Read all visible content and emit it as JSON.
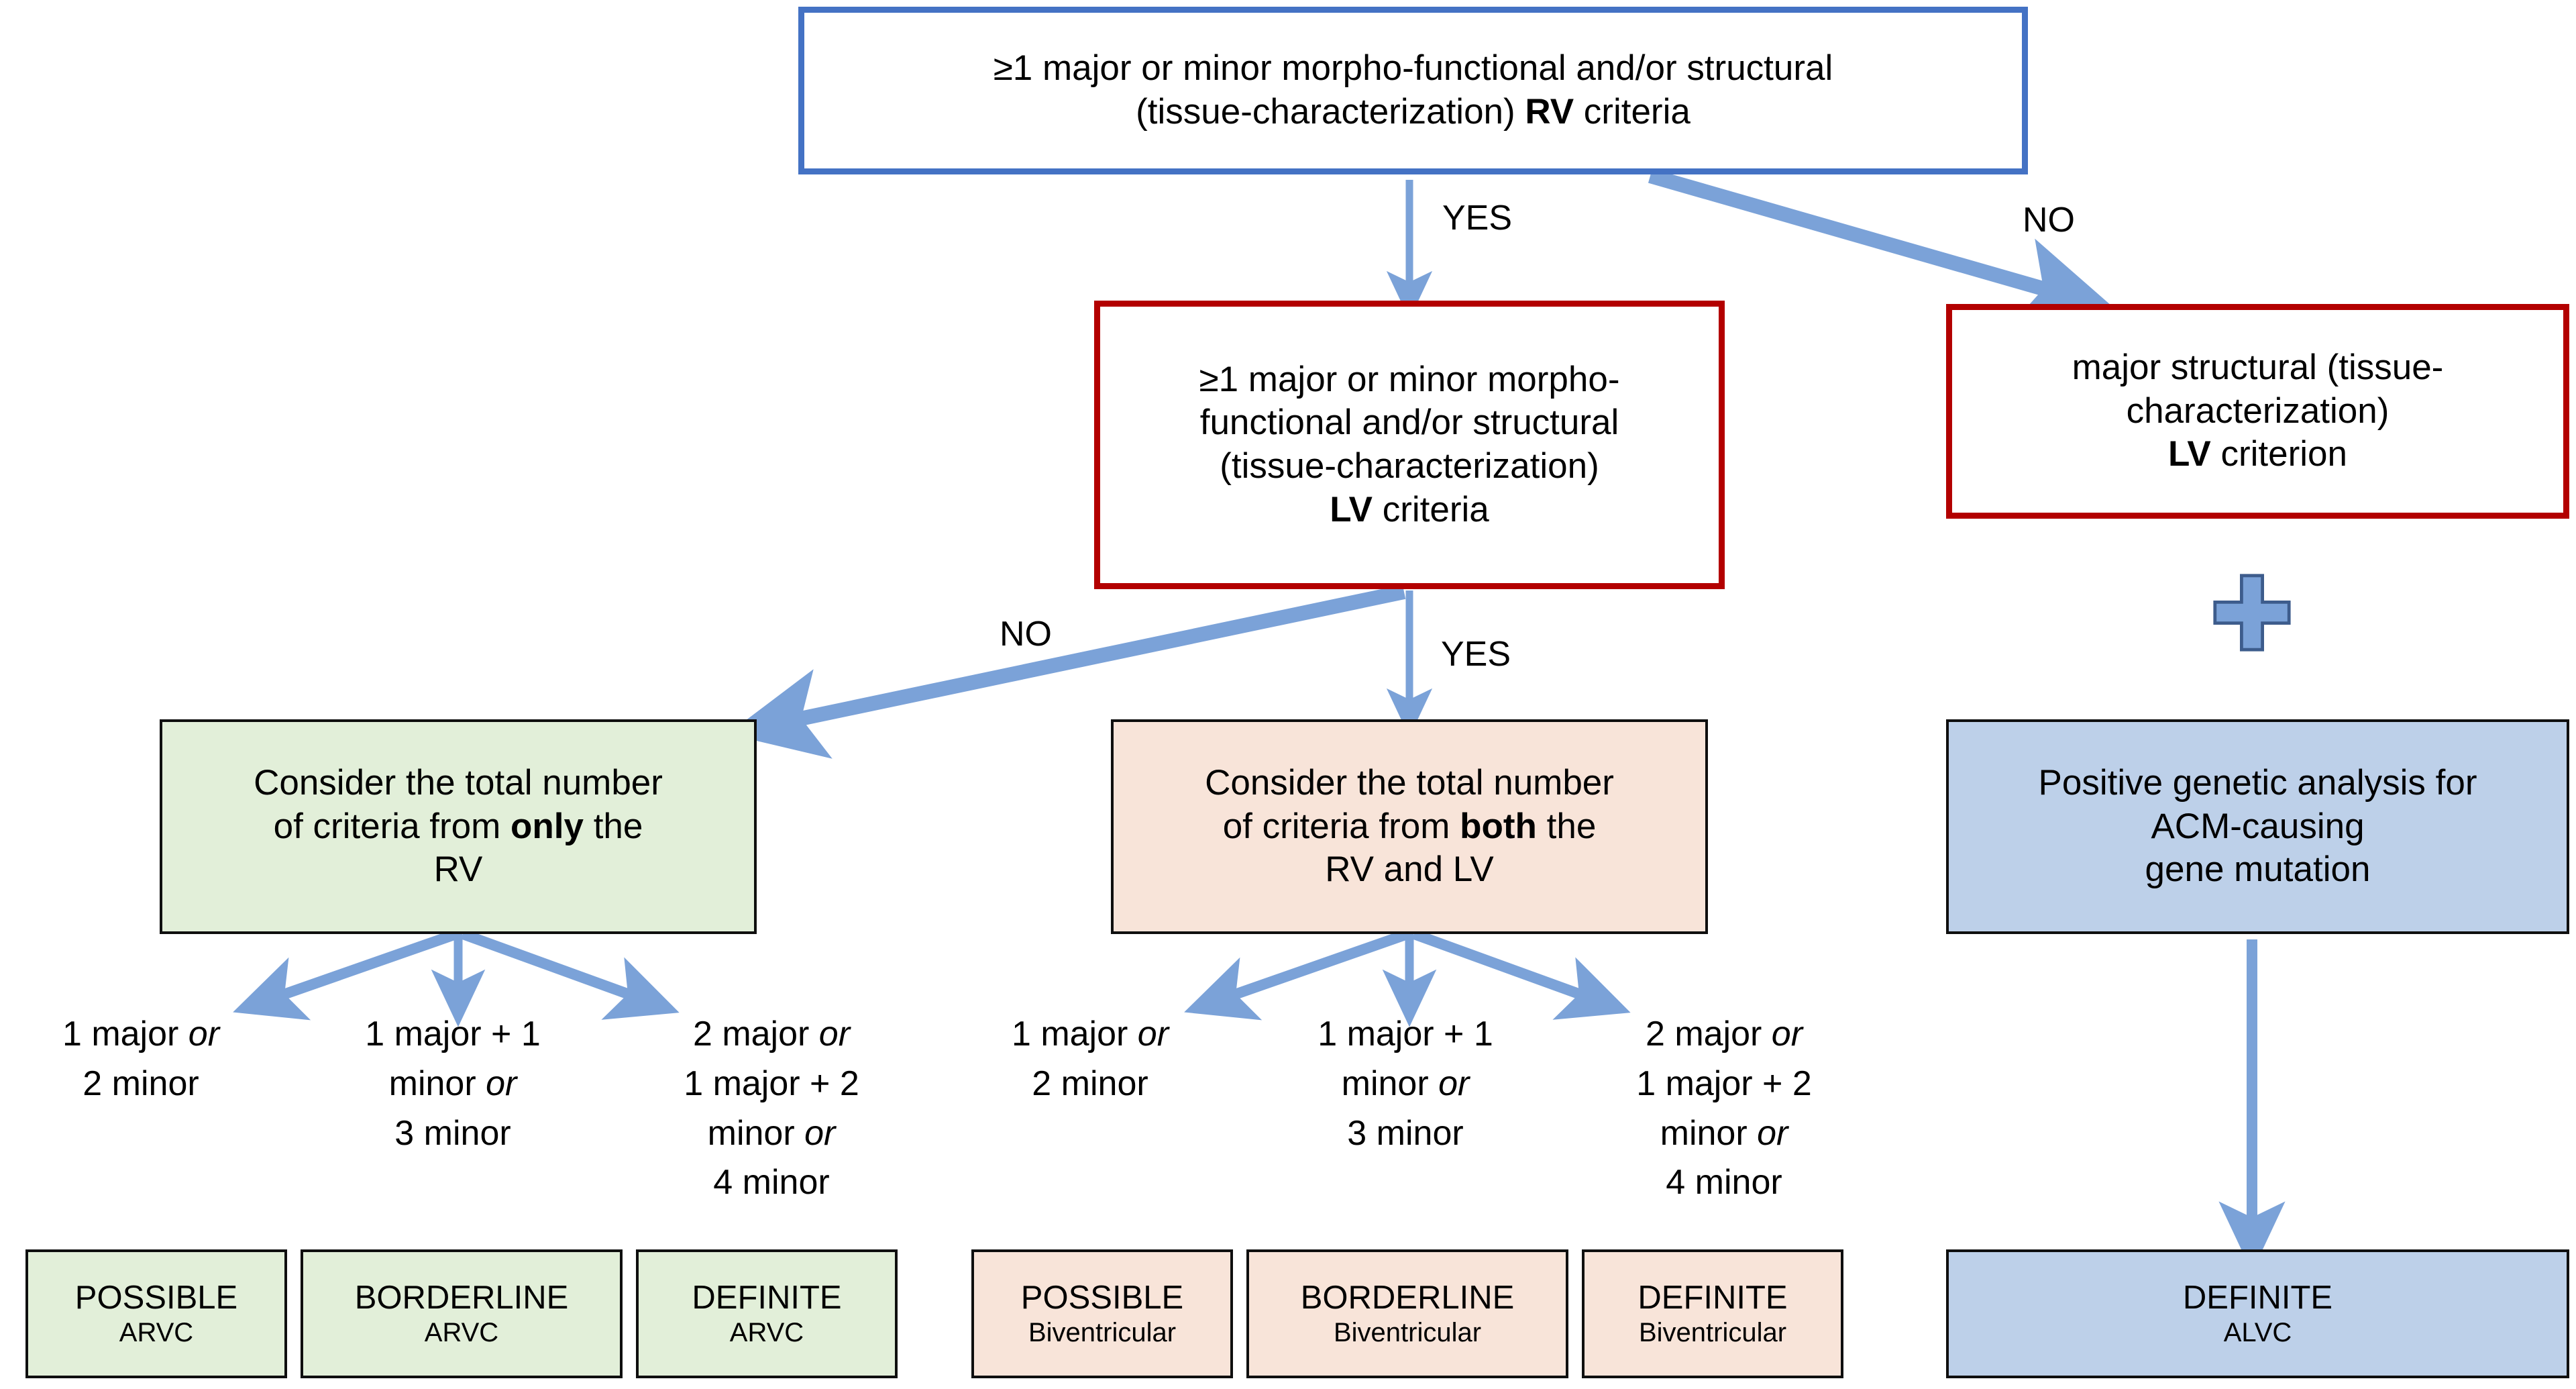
{
  "diagram": {
    "title": "ACM diagnostic criteria flowchart",
    "colors": {
      "arrow_blue": "#7BA2D8",
      "outline_blue": "#4472C4",
      "outline_red": "#B30000",
      "fill_green": "#E2EFD9",
      "fill_peach": "#F8E4D9",
      "fill_blue": "#BDD0E9",
      "border_black": "#0f0f0f"
    },
    "nodes": {
      "rv_criteria": {
        "line1": "≥1 major or minor morpho-functional and/or structural",
        "line2_pre": "(tissue-characterization) ",
        "line2_bold": "RV",
        "line2_post": " criteria"
      },
      "lv_criteria": {
        "line1": "≥1 major or minor morpho-",
        "line2": "functional and/or structural",
        "line3": "(tissue-characterization)",
        "line4_bold": "LV",
        "line4_post": " criteria"
      },
      "lv_criterion": {
        "line1": "major structural (tissue-",
        "line2": "characterization)",
        "line3_bold": "LV",
        "line3_post": " criterion"
      },
      "consider_rv_only": {
        "line1": "Consider the total number",
        "line2_pre": "of criteria from ",
        "line2_bold": "only",
        "line2_post": " the",
        "line3": "RV"
      },
      "consider_both": {
        "line1": "Consider the total number",
        "line2_pre": "of criteria from ",
        "line2_bold": "both",
        "line2_post": " the",
        "line3": "RV and LV"
      },
      "genetic": {
        "line1": "Positive genetic analysis for",
        "line2": "ACM-causing",
        "line3": "gene mutation"
      }
    },
    "edge_labels": {
      "top_yes": "YES",
      "top_no": "NO",
      "second_no": "NO",
      "second_yes": "YES"
    },
    "plus_symbol": "+",
    "criteria_rv": [
      {
        "lines": [
          "1 major <i>or</i>",
          "2 minor"
        ]
      },
      {
        "lines": [
          "1 major + 1",
          "minor <i>or</i>",
          "3 minor"
        ]
      },
      {
        "lines": [
          "2 major <i>or</i>",
          "1 major + 2",
          "minor <i>or</i>",
          "4 minor"
        ]
      }
    ],
    "criteria_biv": [
      {
        "lines": [
          "1 major <i>or</i>",
          "2 minor"
        ]
      },
      {
        "lines": [
          "1 major + 1",
          "minor <i>or</i>",
          "3 minor"
        ]
      },
      {
        "lines": [
          "2 major <i>or</i>",
          "1 major + 2",
          "minor <i>or</i>",
          "4 minor"
        ]
      }
    ],
    "outcomes_arvc": [
      {
        "title": "POSSIBLE",
        "sub": "ARVC"
      },
      {
        "title": "BORDERLINE",
        "sub": "ARVC"
      },
      {
        "title": "DEFINITE",
        "sub": "ARVC"
      }
    ],
    "outcomes_biventricular": [
      {
        "title": "POSSIBLE",
        "sub": "Biventricular"
      },
      {
        "title": "BORDERLINE",
        "sub": "Biventricular"
      },
      {
        "title": "DEFINITE",
        "sub": "Biventricular"
      }
    ],
    "outcome_alvc": {
      "title": "DEFINITE",
      "sub": "ALVC"
    }
  }
}
